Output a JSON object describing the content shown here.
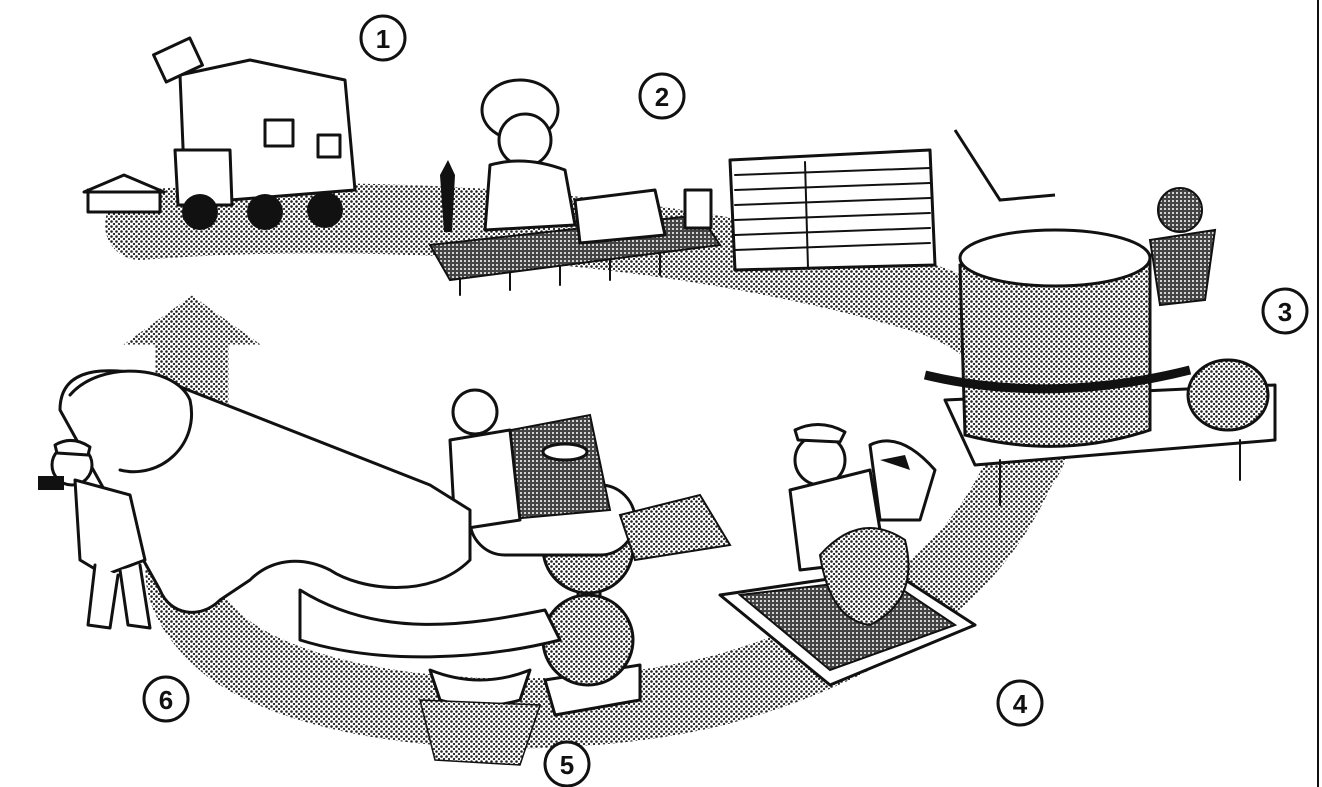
{
  "steps": [
    {
      "label": "1",
      "scene": "garbage-truck-collection"
    },
    {
      "label": "2",
      "scene": "sorting-conveyor"
    },
    {
      "label": "3",
      "scene": "pulper-vat"
    },
    {
      "label": "4",
      "scene": "screening-sieve"
    },
    {
      "label": "5",
      "scene": "paper-press-rollers"
    },
    {
      "label": "6",
      "scene": "paper-roll"
    }
  ],
  "colors": {
    "ink": "#111111",
    "paper": "#ffffff",
    "shade": "#8a8a8a"
  }
}
